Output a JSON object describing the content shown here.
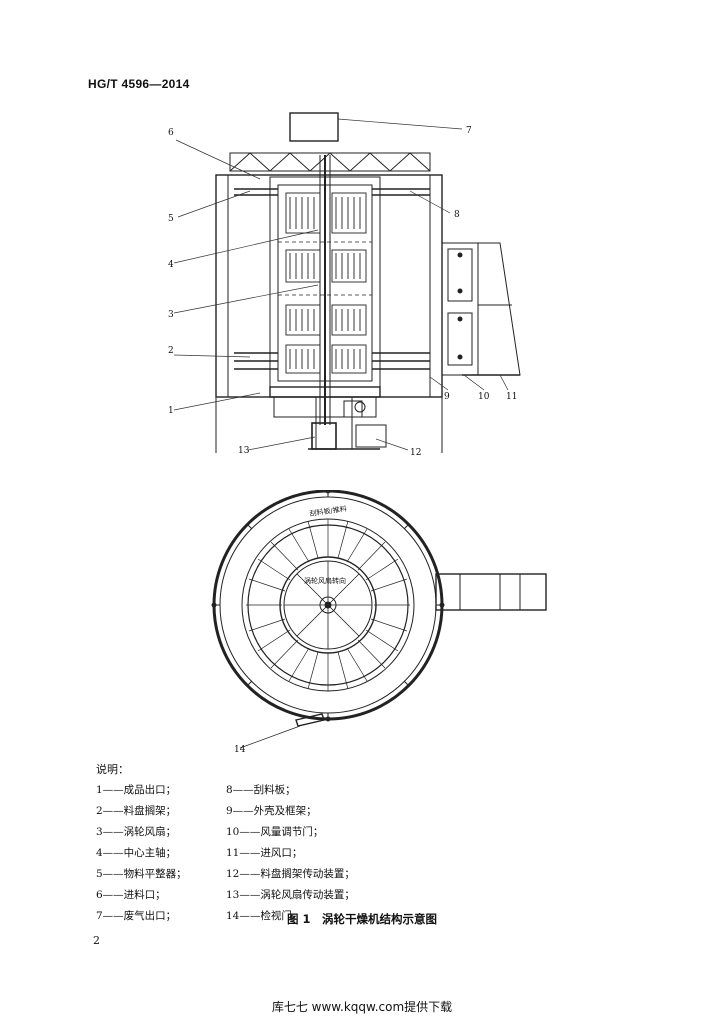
{
  "header": {
    "standard_number": "HG/T 4596—2014"
  },
  "figure_upper": {
    "callouts": [
      "1",
      "2",
      "3",
      "4",
      "5",
      "6",
      "7",
      "8",
      "9",
      "10",
      "11",
      "12",
      "13"
    ]
  },
  "figure_lower": {
    "callout": "14",
    "inner_label_outer": "刮料板/推料",
    "inner_label_center": "涡轮风扇转向"
  },
  "legend": {
    "title": "说明：",
    "left": [
      "1——成品出口；",
      "2——料盘搁架；",
      "3——涡轮风扇；",
      "4——中心主轴；",
      "5——物料平整器；",
      "6——进料口；",
      "7——废气出口；"
    ],
    "right": [
      "8——刮料板；",
      "9——外壳及框架；",
      "10——风量调节门；",
      "11——进风口；",
      "12——料盘搁架传动装置；",
      "13——涡轮风扇传动装置；",
      "14——检视门。"
    ]
  },
  "caption": "图 1　涡轮干燥机结构示意图",
  "page_number": "2",
  "footer": "库七七 www.kqqw.com提供下载"
}
